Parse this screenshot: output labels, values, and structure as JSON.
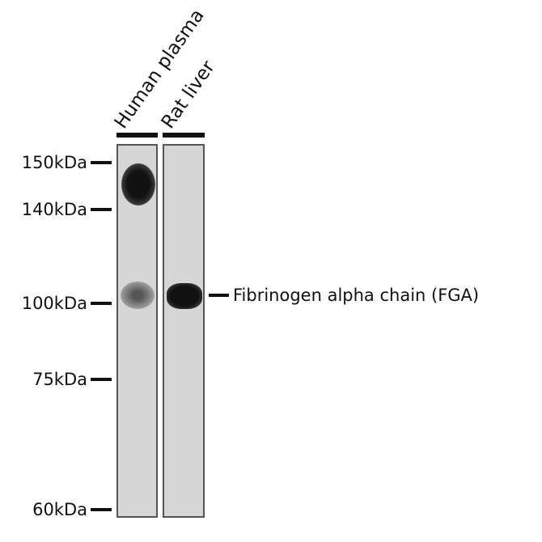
{
  "lanes": [
    {
      "label": "Human plasma"
    },
    {
      "label": "Rat liver"
    }
  ],
  "markers": [
    "150kDa",
    "140kDa",
    "100kDa",
    "75kDa",
    "60kDa"
  ],
  "band_label": "Fibrinogen alpha chain (FGA)"
}
